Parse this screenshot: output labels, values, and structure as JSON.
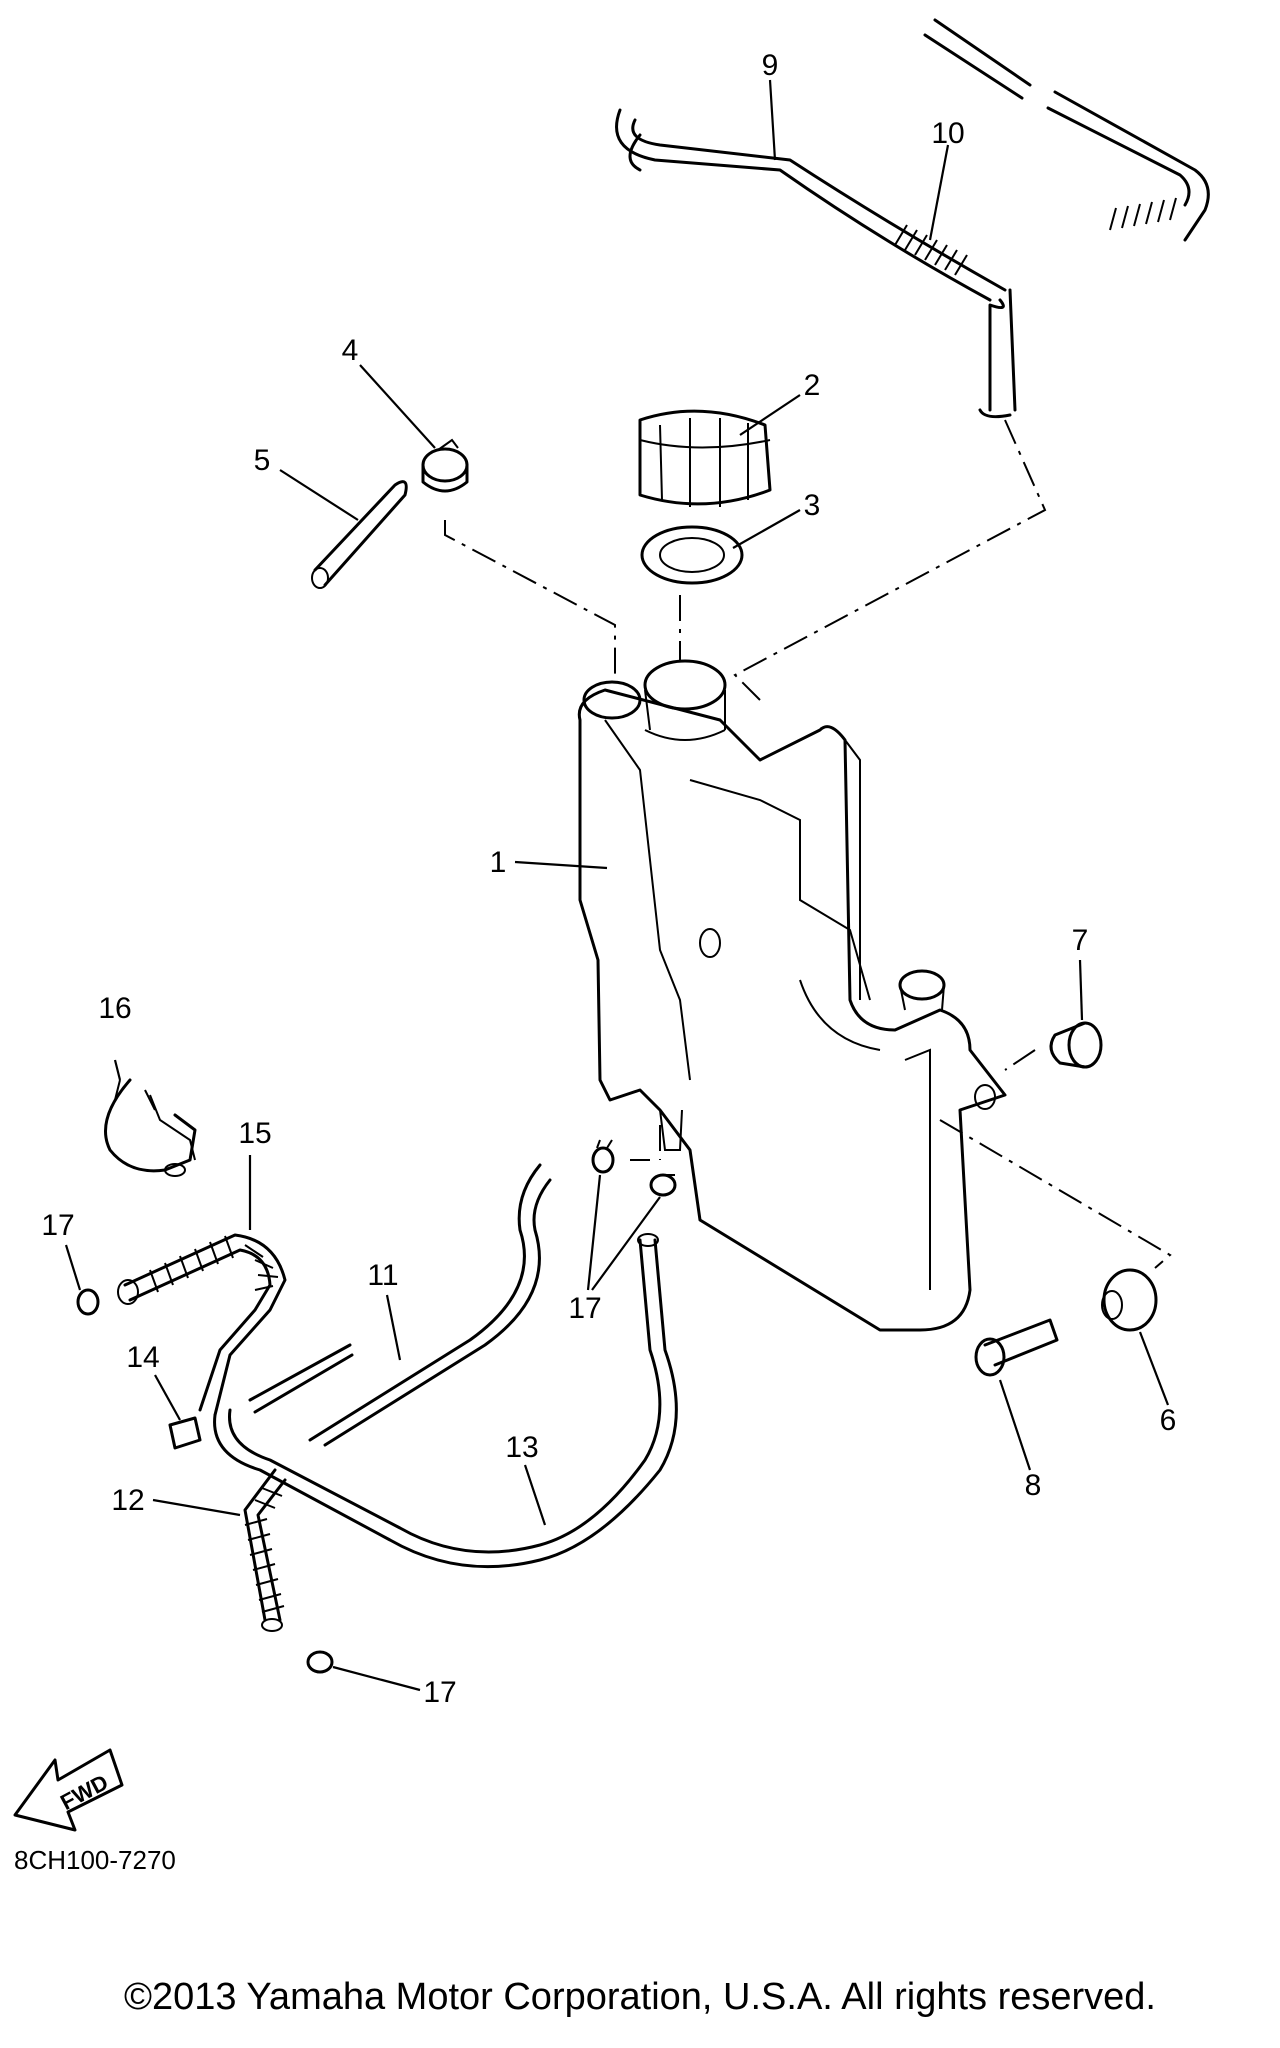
{
  "callouts": [
    "1",
    "2",
    "3",
    "4",
    "5",
    "6",
    "7",
    "8",
    "9",
    "10",
    "11",
    "12",
    "13",
    "14",
    "15",
    "16",
    "17"
  ],
  "fwd_label": "FWD",
  "diagram_code": "8CH100-7270",
  "copyright": "©2013 Yamaha Motor Corporation, U.S.A. All rights reserved."
}
